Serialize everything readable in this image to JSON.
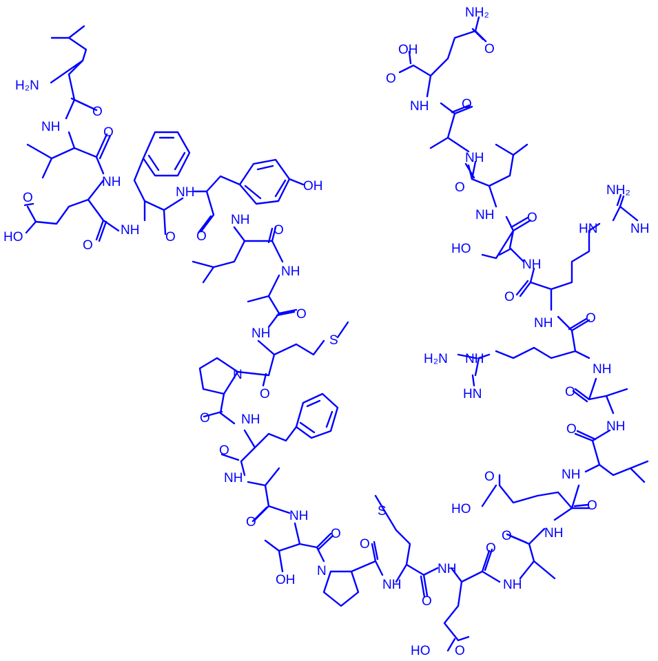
{
  "structure": {
    "style": {
      "color": "#0000ff",
      "background": "#ffffff"
    },
    "atom_labels": [
      {
        "name": "n-terminus-amine",
        "text": "H₂N"
      },
      {
        "name": "nh-1",
        "text": "NH"
      },
      {
        "name": "nh-2",
        "text": "NH"
      },
      {
        "name": "nh-3",
        "text": "NH"
      },
      {
        "name": "nh-4",
        "text": "NH"
      },
      {
        "name": "nh-5",
        "text": "NH"
      },
      {
        "name": "nh-6",
        "text": "NH"
      },
      {
        "name": "nh-7",
        "text": "NH"
      },
      {
        "name": "nh-8",
        "text": "NH"
      },
      {
        "name": "nh-9",
        "text": "NH"
      },
      {
        "name": "nh-10",
        "text": "NH"
      },
      {
        "name": "nh-11",
        "text": "NH"
      },
      {
        "name": "nh-12",
        "text": "NH"
      },
      {
        "name": "nh-13",
        "text": "NH"
      },
      {
        "name": "nh-14",
        "text": "NH"
      },
      {
        "name": "nh-15",
        "text": "NH"
      },
      {
        "name": "nh-16",
        "text": "NH"
      },
      {
        "name": "nh-17",
        "text": "NH"
      },
      {
        "name": "nh-18",
        "text": "NH"
      },
      {
        "name": "nh-19",
        "text": "NH"
      },
      {
        "name": "nh-20",
        "text": "NH"
      },
      {
        "name": "nh-21",
        "text": "NH"
      },
      {
        "name": "nh-22",
        "text": "NH"
      },
      {
        "name": "guanidine-nh-1",
        "text": "HN"
      },
      {
        "name": "guanidine-nh-2",
        "text": "NH"
      },
      {
        "name": "guanidine-nh-3",
        "text": "NH"
      },
      {
        "name": "guanidine-nh-4",
        "text": "HN"
      },
      {
        "name": "guanidine-nh2-1",
        "text": "NH₂"
      },
      {
        "name": "guanidine-nh2-2",
        "text": "H₂N"
      },
      {
        "name": "amide-nh2",
        "text": "NH₂"
      },
      {
        "name": "proline-n-1",
        "text": "N"
      },
      {
        "name": "proline-n-2",
        "text": "N"
      },
      {
        "name": "oxygen",
        "text": "O"
      },
      {
        "name": "hydroxyl",
        "text": "OH"
      },
      {
        "name": "hydroxyl-left",
        "text": "HO"
      },
      {
        "name": "sulfur",
        "text": "S"
      }
    ]
  }
}
